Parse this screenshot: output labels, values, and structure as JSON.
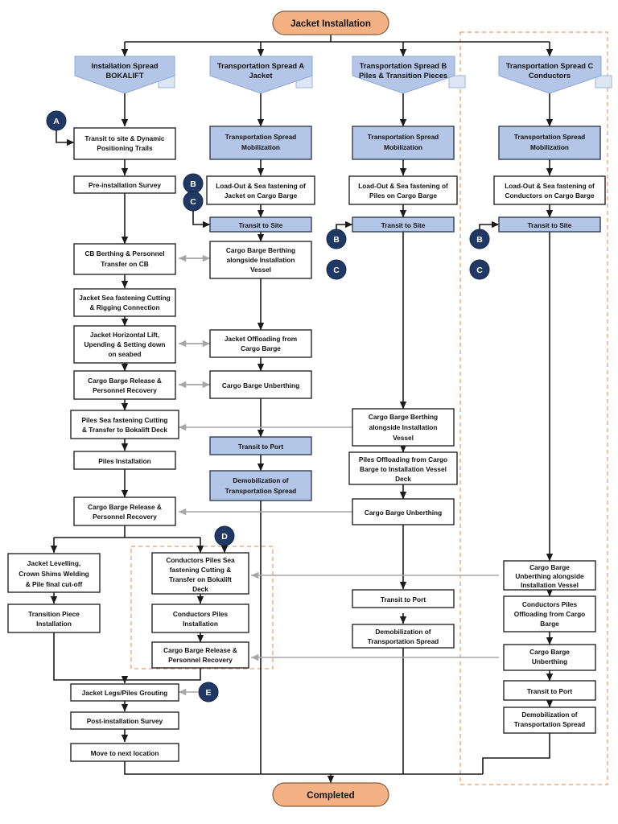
{
  "diagram": {
    "title": "Jacket Installation",
    "terminators": {
      "start": "Jacket Installation",
      "end": "Completed"
    },
    "colors": {
      "terminator_fill": "#f4b183",
      "header_fill": "#b3c6e7",
      "process_blue_fill": "#b3c6e7",
      "process_white_fill": "#ffffff",
      "connector_circle_fill": "#1f3864",
      "dashed_group_stroke": "#ed9a5c",
      "cross_link_stroke": "#a6a6a6",
      "flow_line_stroke": "#1a1a1a"
    },
    "headers": [
      {
        "id": "installation-spread",
        "line1": "Installation Spread",
        "line2": "BOKALIFT"
      },
      {
        "id": "transport-spread-a",
        "line1": "Transportation Spread A",
        "line2": "Jacket"
      },
      {
        "id": "transport-spread-b",
        "line1": "Transportation Spread B",
        "line2": "Piles & Transition Pieces"
      },
      {
        "id": "transport-spread-c",
        "line1": "Transportation Spread C",
        "line2": "Conductors"
      }
    ],
    "connectors": [
      {
        "id": "connector-a-left",
        "label": "A"
      },
      {
        "id": "connector-b-jacket",
        "label": "B"
      },
      {
        "id": "connector-c-jacket",
        "label": "C"
      },
      {
        "id": "connector-b-piles",
        "label": "B"
      },
      {
        "id": "connector-c-piles",
        "label": "C"
      },
      {
        "id": "connector-b-conductors",
        "label": "B"
      },
      {
        "id": "connector-c-conductors",
        "label": "C"
      },
      {
        "id": "connector-d-conductors",
        "label": "D"
      },
      {
        "id": "connector-e-grouting",
        "label": "E"
      }
    ],
    "columns": {
      "installation": [
        {
          "id": "transit-site-dp",
          "lines": [
            "Transit to site & Dynamic",
            "Positioning Trails"
          ],
          "fill": "white"
        },
        {
          "id": "pre-installation-survey",
          "lines": [
            "Pre-installation Survey"
          ],
          "fill": "white"
        },
        {
          "id": "cb-berthing-transfer",
          "lines": [
            "CB Berthing & Personnel",
            "Transfer on CB"
          ],
          "fill": "white"
        },
        {
          "id": "jacket-seafastening-cutting",
          "lines": [
            "Jacket Sea fastening Cutting",
            "& Rigging Connection"
          ],
          "fill": "white"
        },
        {
          "id": "jacket-horizontal-lift",
          "lines": [
            "Jacket Horizontal Lift,",
            "Upending & Setting down",
            "on seabed"
          ],
          "fill": "white"
        },
        {
          "id": "cargo-barge-release-1",
          "lines": [
            "Cargo Barge Release &",
            "Personnel Recovery"
          ],
          "fill": "white"
        },
        {
          "id": "piles-seafastening-cutting",
          "lines": [
            "Piles Sea fastening Cutting",
            "& Transfer to Bokalift Deck"
          ],
          "fill": "white"
        },
        {
          "id": "piles-installation",
          "lines": [
            "Piles Installation"
          ],
          "fill": "white"
        },
        {
          "id": "cargo-barge-release-2",
          "lines": [
            "Cargo Barge Release &",
            "Personnel Recovery"
          ],
          "fill": "white"
        },
        {
          "id": "jacket-levelling",
          "lines": [
            "Jacket Levelling,",
            "Crown Shims Welding",
            "& Pile final cut-off"
          ],
          "fill": "white"
        },
        {
          "id": "transition-piece-installation",
          "lines": [
            "Transition Piece",
            "Installation"
          ],
          "fill": "white"
        },
        {
          "id": "jacket-legs-grouting",
          "lines": [
            "Jacket Legs/Piles Grouting"
          ],
          "fill": "white"
        },
        {
          "id": "post-installation-survey",
          "lines": [
            "Post-installation Survey"
          ],
          "fill": "white"
        },
        {
          "id": "move-next-location",
          "lines": [
            "Move to next location"
          ],
          "fill": "white"
        }
      ],
      "conductors_group": [
        {
          "id": "conductors-piles-seafastening",
          "lines": [
            "Conductors Piles Sea",
            "fastening Cutting &",
            "Transfer on Bokalift",
            "Deck"
          ],
          "fill": "white"
        },
        {
          "id": "conductors-piles-installation",
          "lines": [
            "Conductors Piles",
            "Installation"
          ],
          "fill": "white"
        },
        {
          "id": "conductors-cargo-barge-release",
          "lines": [
            "Cargo Barge Release &",
            "Personnel Recovery"
          ],
          "fill": "white"
        }
      ],
      "spread_a": [
        {
          "id": "a-mobilization",
          "lines": [
            "Transportation Spread",
            "Mobilization"
          ],
          "fill": "blue"
        },
        {
          "id": "a-loadout-seafastening",
          "lines": [
            "Load-Out & Sea fastening of",
            "Jacket on Cargo Barge"
          ],
          "fill": "white"
        },
        {
          "id": "a-transit-to-site",
          "lines": [
            "Transit to Site"
          ],
          "fill": "blue"
        },
        {
          "id": "a-cargo-barge-berthing",
          "lines": [
            "Cargo Barge Berthing",
            "alongside Installation",
            "Vessel"
          ],
          "fill": "white"
        },
        {
          "id": "a-jacket-offloading",
          "lines": [
            "Jacket Offloading from",
            "Cargo Barge"
          ],
          "fill": "white"
        },
        {
          "id": "a-cargo-barge-unberthing",
          "lines": [
            "Cargo Barge Unberthing"
          ],
          "fill": "white"
        },
        {
          "id": "a-transit-to-port",
          "lines": [
            "Transit to Port"
          ],
          "fill": "blue"
        },
        {
          "id": "a-demobilization",
          "lines": [
            "Demobilization of",
            "Transportation Spread"
          ],
          "fill": "blue"
        }
      ],
      "spread_b": [
        {
          "id": "b-mobilization",
          "lines": [
            "Transportation Spread",
            "Mobilization"
          ],
          "fill": "blue"
        },
        {
          "id": "b-loadout-seafastening",
          "lines": [
            "Load-Out & Sea fastening of",
            "Piles on Cargo Barge"
          ],
          "fill": "white"
        },
        {
          "id": "b-transit-to-site",
          "lines": [
            "Transit to Site"
          ],
          "fill": "blue"
        },
        {
          "id": "b-cargo-barge-berthing",
          "lines": [
            "Cargo Barge Berthing",
            "alongside Installation",
            "Vessel"
          ],
          "fill": "white"
        },
        {
          "id": "b-piles-offloading",
          "lines": [
            "Piles Offloading from Cargo",
            "Barge to Installation Vessel",
            "Deck"
          ],
          "fill": "white"
        },
        {
          "id": "b-cargo-barge-unberthing",
          "lines": [
            "Cargo Barge Unberthing"
          ],
          "fill": "white"
        },
        {
          "id": "b-transit-to-port",
          "lines": [
            "Transit to Port"
          ],
          "fill": "white"
        },
        {
          "id": "b-demobilization",
          "lines": [
            "Demobilization of",
            "Transportation Spread"
          ],
          "fill": "white"
        }
      ],
      "spread_c": [
        {
          "id": "c-mobilization",
          "lines": [
            "Transportation Spread",
            "Mobilization"
          ],
          "fill": "blue"
        },
        {
          "id": "c-loadout-seafastening",
          "lines": [
            "Load-Out & Sea fastening of",
            "Conductors on Cargo Barge"
          ],
          "fill": "white"
        },
        {
          "id": "c-transit-to-site",
          "lines": [
            "Transit to Site"
          ],
          "fill": "blue"
        },
        {
          "id": "c-cargo-barge-unberthing-alongside",
          "lines": [
            "Cargo Barge",
            "Unberthing alongside",
            "Installation Vessel"
          ],
          "fill": "white"
        },
        {
          "id": "c-conductors-offloading",
          "lines": [
            "Conductors Piles",
            "Offloading from Cargo",
            "Barge"
          ],
          "fill": "white"
        },
        {
          "id": "c-cargo-barge-unberthing",
          "lines": [
            "Cargo Barge",
            "Unberthing"
          ],
          "fill": "white"
        },
        {
          "id": "c-transit-to-port",
          "lines": [
            "Transit to Port"
          ],
          "fill": "white"
        },
        {
          "id": "c-demobilization",
          "lines": [
            "Demobilization of",
            "Transportation Spread"
          ],
          "fill": "white"
        }
      ]
    }
  }
}
